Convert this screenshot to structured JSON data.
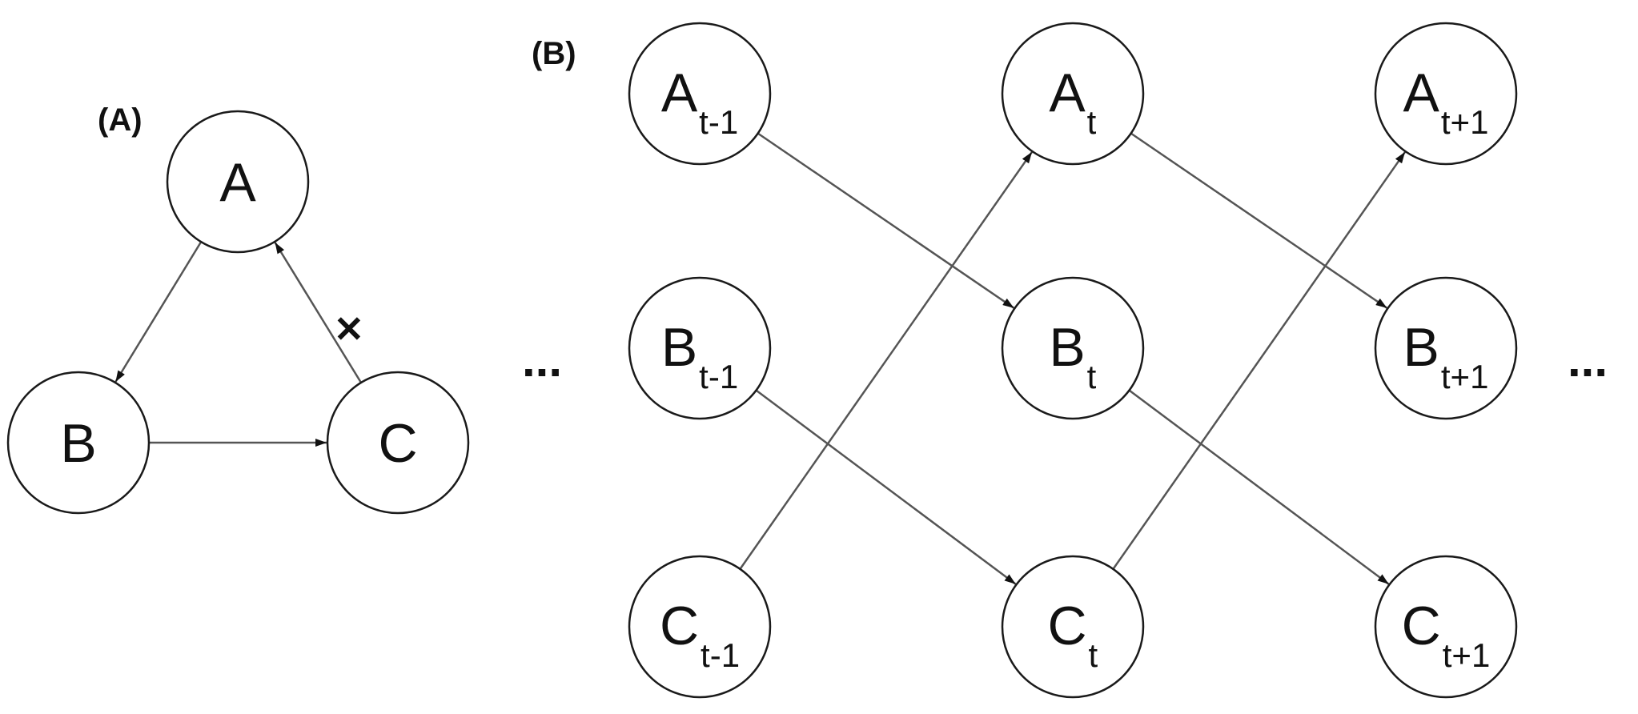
{
  "panel_a": {
    "label": "(A)",
    "nodes": {
      "A": {
        "name": "A"
      },
      "B": {
        "name": "B"
      },
      "C": {
        "name": "C"
      }
    },
    "edges": [
      {
        "from": "A",
        "to": "B"
      },
      {
        "from": "B",
        "to": "C"
      },
      {
        "from": "C",
        "to": "A",
        "blocked": true
      }
    ]
  },
  "panel_b": {
    "label": "(B)",
    "ellipsis_left": "...",
    "ellipsis_right": "...",
    "nodes": {
      "A_tm1": {
        "name": "A",
        "sub": "t-1"
      },
      "B_tm1": {
        "name": "B",
        "sub": "t-1"
      },
      "C_tm1": {
        "name": "C",
        "sub": "t-1"
      },
      "A_t": {
        "name": "A",
        "sub": "t"
      },
      "B_t": {
        "name": "B",
        "sub": "t"
      },
      "C_t": {
        "name": "C",
        "sub": "t"
      },
      "A_tp1": {
        "name": "A",
        "sub": "t+1"
      },
      "B_tp1": {
        "name": "B",
        "sub": "t+1"
      },
      "C_tp1": {
        "name": "C",
        "sub": "t+1"
      }
    },
    "edges": [
      {
        "from": "A_tm1",
        "to": "B_t"
      },
      {
        "from": "B_tm1",
        "to": "C_t"
      },
      {
        "from": "C_tm1",
        "to": "A_t"
      },
      {
        "from": "A_t",
        "to": "B_tp1"
      },
      {
        "from": "B_t",
        "to": "C_tp1"
      },
      {
        "from": "C_t",
        "to": "A_tp1"
      }
    ]
  }
}
